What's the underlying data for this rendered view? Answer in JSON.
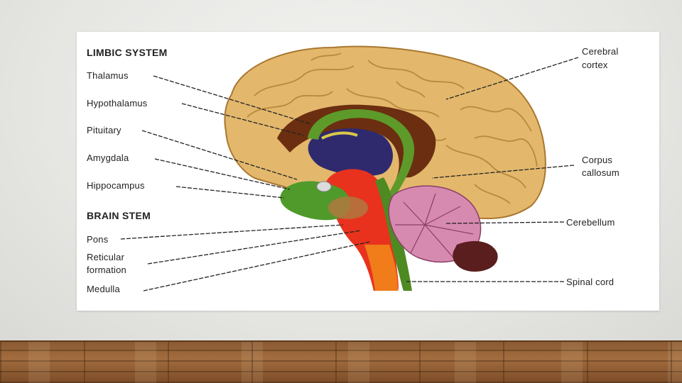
{
  "diagram": {
    "headers": {
      "limbic": "LIMBIC SYSTEM",
      "brainstem": "BRAIN STEM"
    },
    "left_labels": {
      "thalamus": "Thalamus",
      "hypothalamus": "Hypothalamus",
      "pituitary": "Pituitary",
      "amygdala": "Amygdala",
      "hippocampus": "Hippocampus",
      "pons": "Pons",
      "reticular_1": "Reticular",
      "reticular_2": "formation",
      "medulla": "Medulla"
    },
    "right_labels": {
      "cerebral_1": "Cerebral",
      "cerebral_2": "cortex",
      "corpus_1": "Corpus",
      "corpus_2": "callosum",
      "cerebellum": "Cerebellum",
      "spinal_cord": "Spinal cord"
    }
  },
  "colors": {
    "cortex": "#e3b86c",
    "cortex_fold": "#b88a3e",
    "corpus": "#6b2e10",
    "limbic_green": "#5d9a2a",
    "brainstem_red": "#e8321e",
    "cerebellum": "#d78ab0",
    "floor": "#8a5a33"
  }
}
